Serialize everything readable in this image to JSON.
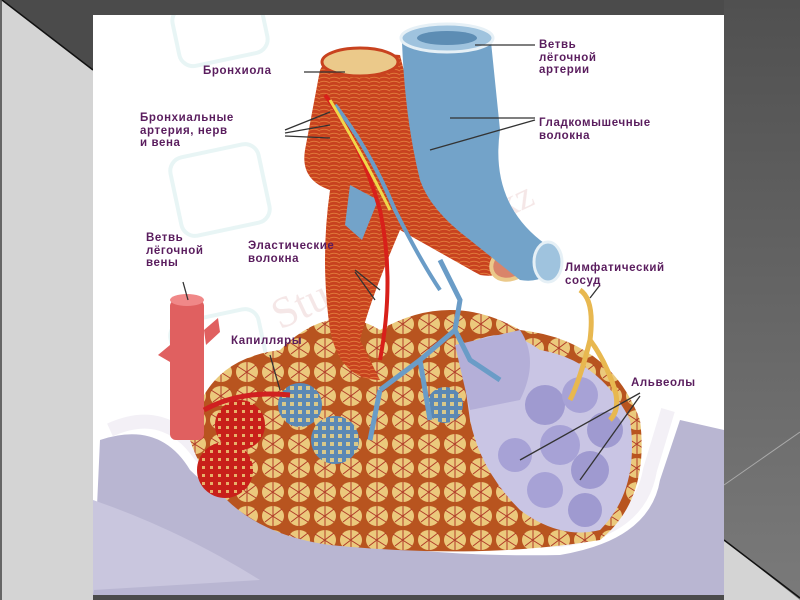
{
  "slide": {
    "background": {
      "dark": "#4b4b4b",
      "light": "#d4d4d4"
    }
  },
  "figure": {
    "title": "",
    "subject": "lung acinus anatomy illustration",
    "watermark": "Studfiles.kz",
    "colors": {
      "label_text": "#5a1d5e",
      "artery_blue": "#6fa0c8",
      "muscle_red": "#c8421f",
      "alveoli_yellow": "#e9c77a",
      "alveoli_purple": "#9f9ad0",
      "vein_red": "#e06060",
      "lymph_yellow": "#e8b850",
      "pleura": "#b9b6d2"
    },
    "labels": [
      {
        "id": "bronchiole",
        "text": "Бронхиола"
      },
      {
        "id": "bronchial-vessels",
        "text": "Бронхиальные\nартерия, нерв\nи вена"
      },
      {
        "id": "pulmonary-artery-branch",
        "text": "Ветвь\nлёгочной\nартерии"
      },
      {
        "id": "smooth-muscle",
        "text": "Гладкомышечные\nволокна"
      },
      {
        "id": "pulmonary-vein-branch",
        "text": "Ветвь\nлёгочной\nвены"
      },
      {
        "id": "elastic-fibers",
        "text": "Эластические\nволокна"
      },
      {
        "id": "lymphatic-vessel",
        "text": "Лимфатический\nсосуд"
      },
      {
        "id": "capillaries",
        "text": "Капилляры"
      },
      {
        "id": "alveoli",
        "text": "Альвеолы"
      }
    ]
  }
}
